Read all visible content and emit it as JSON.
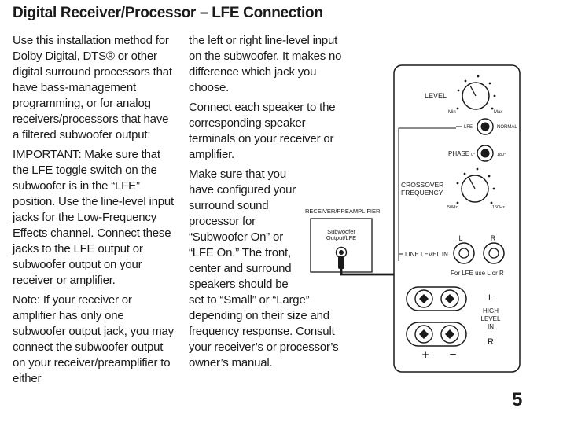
{
  "title": "Digital Receiver/Processor – LFE Connection",
  "col1": {
    "p1": "Use this installation method for Dolby Digital, DTS® or other digital surround processors that have bass-management programming, or for analog receivers/processors that have a filtered subwoofer output:",
    "p2": "IMPORTANT: Make sure that the LFE toggle switch on the subwoofer is in the “LFE” position. Use the line-level input jacks for the Low-Frequency Effects channel. Connect these jacks to the LFE output or subwoofer output on your receiver or amplifier.",
    "p3": "Note: If your receiver or amplifier has only one subwoofer output jack, you may connect the subwoofer output on your receiver/preamplifier to either"
  },
  "col2": {
    "p1": "the left or right line-level input on the subwoofer. It makes no difference which jack you choose.",
    "p2": "Connect each speaker to the corresponding speaker terminals on your receiver or amplifier.",
    "p3a": "Make sure that you have configured your surround sound processor for “Subwoofer On” or “LFE On.” The front, center and surround speakers should be",
    "p3b": "set to “Small” or “Large” depending on their size and frequency response. Consult your receiver’s or processor’s owner’s manual."
  },
  "diagram": {
    "receiver_label": "RECEIVER/PREAMPLIFIER",
    "receiver_output": [
      "Subwoofer",
      "Output/LFE"
    ],
    "level": "LEVEL",
    "level_min": "Min",
    "level_max": "Max",
    "lfe": "LFE",
    "normal": "NORMAL",
    "phase": "PHASE",
    "phase_0": "0°",
    "phase_180": "180°",
    "crossover": [
      "CROSSOVER",
      "FREQUENCY"
    ],
    "freq_low": "50Hz",
    "freq_high": "150Hz",
    "jack_l": "L",
    "jack_r": "R",
    "line_level_in": "LINE LEVEL IN",
    "for_lfe": "For LFE use L or R",
    "high_l": "L",
    "high_level": [
      "HIGH",
      "LEVEL",
      "IN"
    ],
    "high_r": "R",
    "plus": "+",
    "minus": "–"
  },
  "page_number": "5"
}
